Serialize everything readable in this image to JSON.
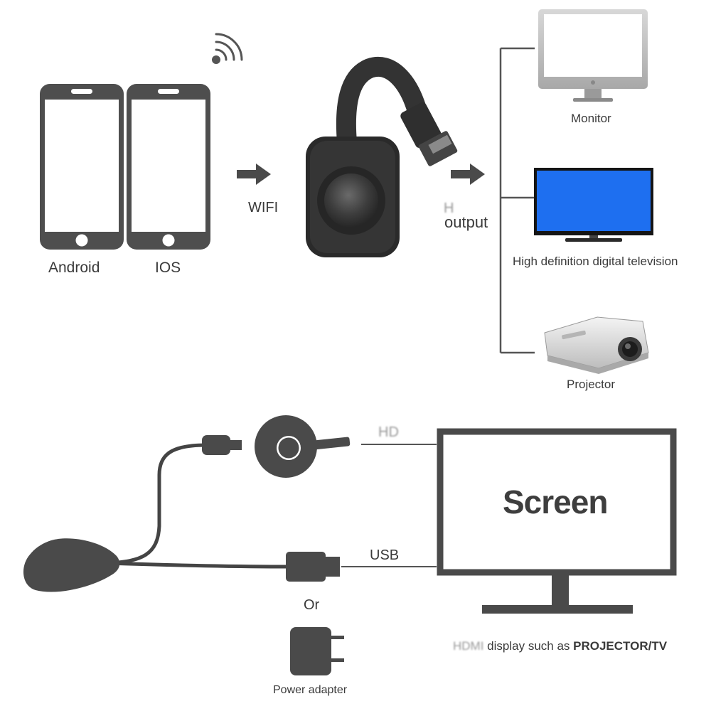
{
  "top": {
    "phones": [
      {
        "label": "Android",
        "icon": "smartphone-icon"
      },
      {
        "label": "IOS",
        "icon": "smartphone-icon"
      }
    ],
    "wifi_icon": "wifi-signal-icon",
    "wifi_label": "WIFI",
    "dongle_icon": "hdmi-dongle-icon",
    "output_prefix": "H",
    "output_label": "output",
    "devices": [
      {
        "label": "Monitor",
        "icon": "monitor-icon"
      },
      {
        "label": "High definition digital television",
        "icon": "television-icon"
      },
      {
        "label": "Projector",
        "icon": "projector-icon"
      }
    ]
  },
  "bottom": {
    "hdmi_label": "HD",
    "usb_label": "USB",
    "screen_label": "Screen",
    "or_label": "Or",
    "power_adapter_label": "Power adapter",
    "caption_prefix": "HDMI",
    "caption_text": " display such as ",
    "caption_bold": "PROJECTOR/TV"
  },
  "colors": {
    "line": "#555555",
    "dark_icon": "#4a4a4a",
    "dongle_body": "#2c2c2c",
    "tv_screen_blue": "#1e6ff0",
    "background": "#ffffff"
  }
}
